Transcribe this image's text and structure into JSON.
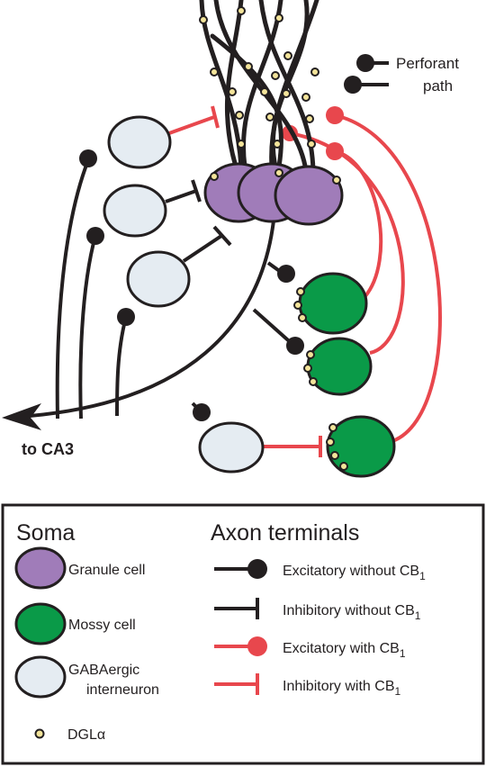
{
  "colors": {
    "granule": "#a07cb9",
    "mossy": "#0a9a48",
    "gaba": "#e5ecf2",
    "dgl": "#f3e49a",
    "excit": "#231f20",
    "cb1": "#e8474d",
    "outline": "#231f20"
  },
  "labels": {
    "perforant_line1": "Perforant",
    "perforant_line2": "path",
    "to_ca3": "to CA3"
  },
  "legend": {
    "soma_title": "Soma",
    "axon_title": "Axon terminals",
    "granule": "Granule cell",
    "mossy": "Mossy cell",
    "gaba_line1": "GABAergic",
    "gaba_line2": "interneuron",
    "dgl": "DGLα",
    "exc_no_cb1": "Excitatory without CB",
    "inh_no_cb1": "Inhibitory without CB",
    "exc_cb1": "Excitatory with CB",
    "inh_cb1": "Inhibitory with CB",
    "cb1_subscript": "1"
  }
}
